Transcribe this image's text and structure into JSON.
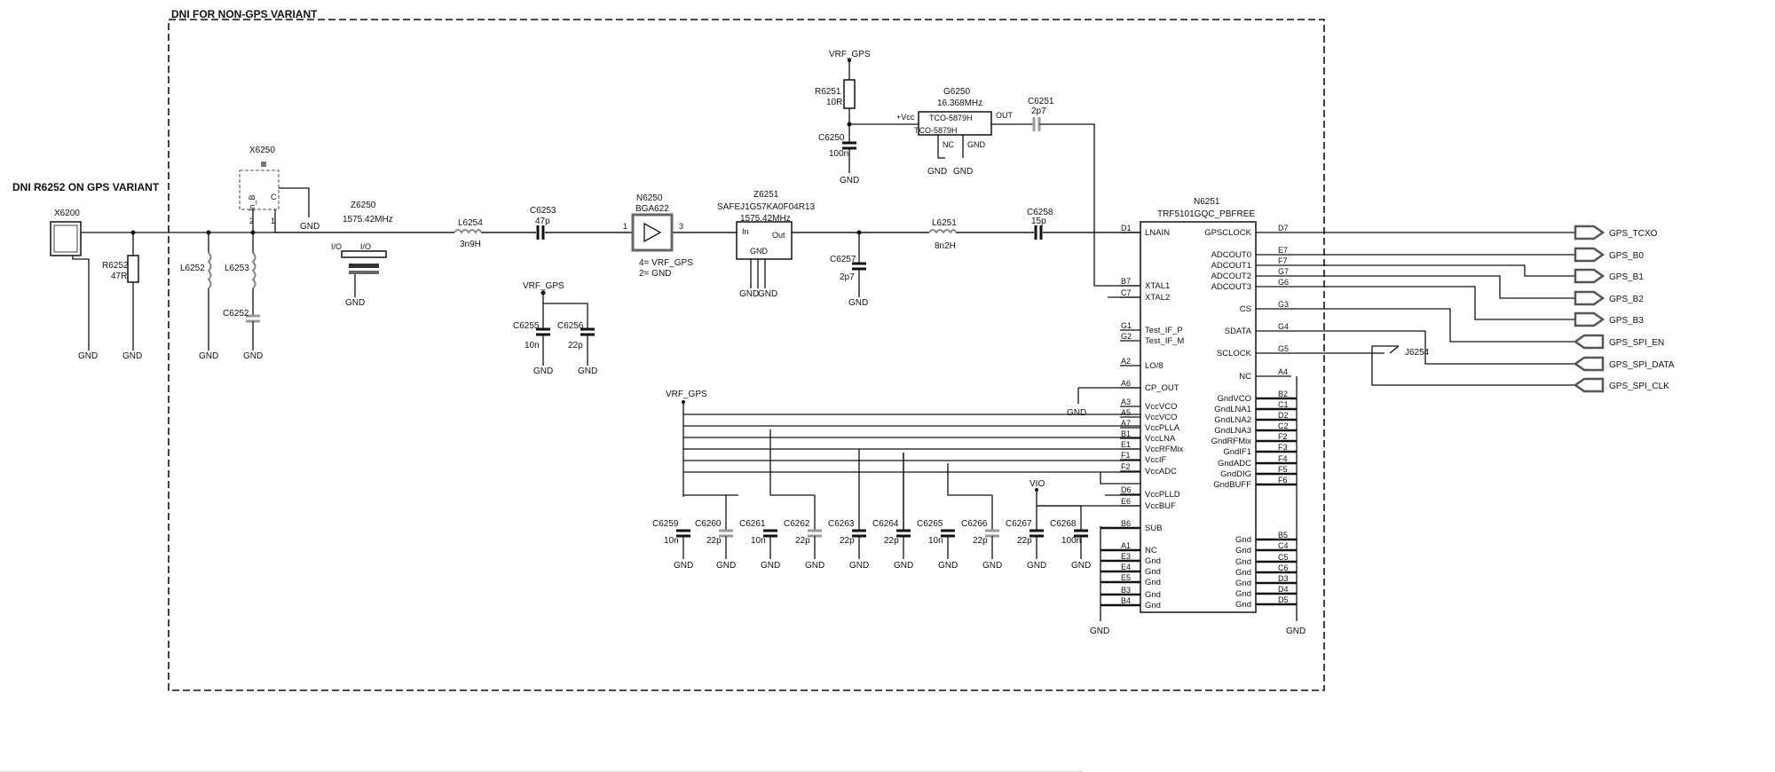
{
  "headings": {
    "region": "DNI FOR NON-GPS VARIANT",
    "side_note": "DNI R6252 ON GPS VARIANT"
  },
  "components": {
    "x6200": "X6200",
    "r6252": "R6252",
    "r6252_val": "47R",
    "l6252": "L6252",
    "l6253": "L6253",
    "c6252": "C6252",
    "x6250": "X6250",
    "z6250": "Z6250",
    "z6250_val": "1575.42MHz",
    "io1": "I/O",
    "io2": "I/O",
    "l6254": "L6254",
    "l6254_val": "3n9H",
    "c6253": "C6253",
    "c6253_val": "47p",
    "c6255": "C6255",
    "c6255_val": "10n",
    "c6256": "C6256",
    "c6256_val": "22p",
    "n6250": "N6250",
    "n6250_part": "BGA622",
    "n6250_pin4": "4= VRF_GPS",
    "n6250_pin2": "2= GND",
    "z6251": "Z6251",
    "z6251_part": "SAFEJ1G57KA0F04R13",
    "z6251_val": "1575.42MHz",
    "z6251_in": "In",
    "z6251_out": "Out",
    "z6251_gnd": "GND",
    "c6257": "C6257",
    "c6257_val": "2p7",
    "l6251": "L6251",
    "l6251_val": "8n2H",
    "c6258": "C6258",
    "c6258_val": "15p",
    "r6251": "R6251",
    "r6251_val": "10R",
    "c6250": "C6250",
    "c6250_val": "100n",
    "g6250": "G6250",
    "g6250_val": "16.368MHz",
    "g6250_part": "TCO-5879H",
    "g6250_vcc": "+Vcc",
    "g6250_out": "OUT",
    "g6250_nc": "NC",
    "g6250_gnd": "GND",
    "c6251": "C6251",
    "c6251_val": "2p7",
    "n6251": "N6251",
    "n6251_part": "TRF5101GQC_PBFREE",
    "j6254": "J6254"
  },
  "nets": {
    "vrf_gps": "VRF_GPS",
    "vio": "VIO",
    "gnd": "GND",
    "pin1": "1",
    "pin2": "2",
    "pin3": "3",
    "in_b": "In_B",
    "in_c": "C"
  },
  "ic_left_pins": [
    {
      "num": "D1",
      "name": "LNAIN"
    },
    {
      "num": "B7",
      "name": "XTAL1"
    },
    {
      "num": "C7",
      "name": "XTAL2"
    },
    {
      "num": "G1",
      "name": "Test_IF_P"
    },
    {
      "num": "G2",
      "name": "Test_IF_M"
    },
    {
      "num": "A2",
      "name": "LO/8"
    },
    {
      "num": "A6",
      "name": "CP_OUT"
    },
    {
      "num": "A3",
      "name": "VccVCO"
    },
    {
      "num": "A5",
      "name": "VccVCO"
    },
    {
      "num": "A7",
      "name": "VccPLLA"
    },
    {
      "num": "B1",
      "name": "VccLNA"
    },
    {
      "num": "E1",
      "name": "VccRFMix"
    },
    {
      "num": "F1",
      "name": "VccIF"
    },
    {
      "num": "F2",
      "name": "VccADC"
    },
    {
      "num": "D6",
      "name": "VccPLLD"
    },
    {
      "num": "E6",
      "name": "VccBUF"
    },
    {
      "num": "B6",
      "name": "SUB"
    },
    {
      "num": "A1",
      "name": "NC"
    },
    {
      "num": "E3",
      "name": "Gnd"
    },
    {
      "num": "E4",
      "name": "Gnd"
    },
    {
      "num": "E5",
      "name": "Gnd"
    },
    {
      "num": "B3",
      "name": "Gnd"
    },
    {
      "num": "B4",
      "name": "Gnd"
    }
  ],
  "ic_right_pins": [
    {
      "num": "D7",
      "name": "GPSCLOCK"
    },
    {
      "num": "E7",
      "name": "ADCOUT0"
    },
    {
      "num": "F7",
      "name": "ADCOUT1"
    },
    {
      "num": "G7",
      "name": "ADCOUT2"
    },
    {
      "num": "G6",
      "name": "ADCOUT3"
    },
    {
      "num": "G3",
      "name": "CS"
    },
    {
      "num": "G4",
      "name": "SDATA"
    },
    {
      "num": "G5",
      "name": "SCLOCK"
    },
    {
      "num": "A4",
      "name": "NC"
    },
    {
      "num": "B2",
      "name": "GndVCO"
    },
    {
      "num": "C1",
      "name": "GndLNA1"
    },
    {
      "num": "D2",
      "name": "GndLNA2"
    },
    {
      "num": "C2",
      "name": "GndLNA3"
    },
    {
      "num": "F2",
      "name": "GndRFMix"
    },
    {
      "num": "F3",
      "name": "GndIF1"
    },
    {
      "num": "F4",
      "name": "GndADC"
    },
    {
      "num": "F5",
      "name": "GndDIG"
    },
    {
      "num": "F6",
      "name": "GndBUFF"
    },
    {
      "num": "B5",
      "name": "Gnd"
    },
    {
      "num": "C4",
      "name": "Gnd"
    },
    {
      "num": "C5",
      "name": "Gnd"
    },
    {
      "num": "C6",
      "name": "Gnd"
    },
    {
      "num": "D3",
      "name": "Gnd"
    },
    {
      "num": "D4",
      "name": "Gnd"
    },
    {
      "num": "D5",
      "name": "Gnd"
    }
  ],
  "bypass_caps": [
    {
      "ref": "C6259",
      "val": "10n"
    },
    {
      "ref": "C6260",
      "val": "22p"
    },
    {
      "ref": "C6261",
      "val": "10n"
    },
    {
      "ref": "C6262",
      "val": "22p"
    },
    {
      "ref": "C6263",
      "val": "22p"
    },
    {
      "ref": "C6264",
      "val": "22p"
    },
    {
      "ref": "C6265",
      "val": "10n"
    },
    {
      "ref": "C6266",
      "val": "22p"
    },
    {
      "ref": "C6267",
      "val": "22p"
    },
    {
      "ref": "C6268",
      "val": "100n"
    }
  ],
  "ports": [
    "GPS_TCXO",
    "GPS_B0",
    "GPS_B1",
    "GPS_B2",
    "GPS_B3",
    "GPS_SPI_EN",
    "GPS_SPI_DATA",
    "GPS_SPI_CLK"
  ]
}
